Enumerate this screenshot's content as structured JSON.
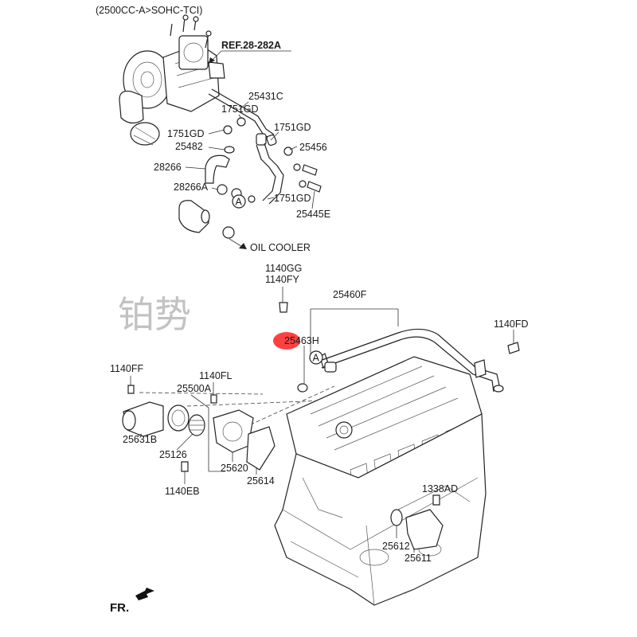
{
  "header": {
    "variant": "(2500CC-A>SOHC-TCI)"
  },
  "ref_label": "REF.28-282A",
  "watermark": "铂势",
  "oil_cooler_label": "OIL COOLER",
  "circle_marker": "A",
  "front_label": "FR.",
  "highlight_color": "#ff2b2b",
  "parts": {
    "p25431C": "25431C",
    "p1751GD_a": "1751GD",
    "p1751GD_b": "1751GD",
    "p1751GD_c": "1751GD",
    "p1751GD_d": "1751GD",
    "p25482": "25482",
    "p25456": "25456",
    "p28266": "28266",
    "p28266A": "28266A",
    "p25445E": "25445E",
    "p1140GG": "1140GG",
    "p1140FY": "1140FY",
    "p25460F": "25460F",
    "p1140FD": "1140FD",
    "p25463H": "25463H",
    "p1140FF": "1140FF",
    "p1140FL": "1140FL",
    "p25500A": "25500A",
    "p25631B": "25631B",
    "p25126": "25126",
    "p25620": "25620",
    "p25614": "25614",
    "p1140EB": "1140EB",
    "p1338AD": "1338AD",
    "p25612": "25612",
    "p25611": "25611"
  }
}
